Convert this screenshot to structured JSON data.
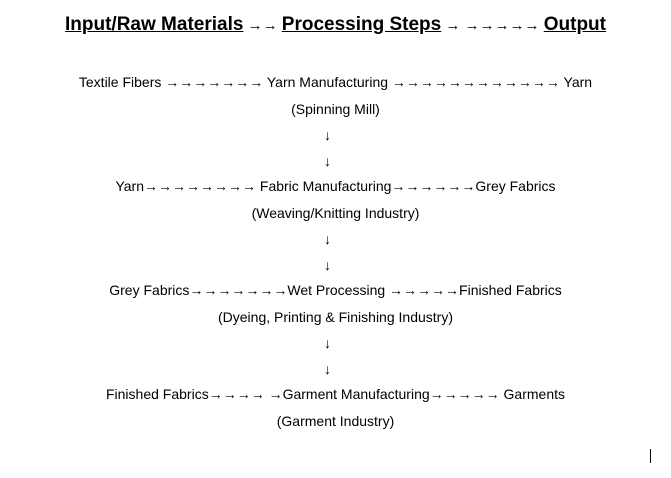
{
  "header": {
    "input": "Input/Raw Materials",
    "arrow1": " →→ ",
    "processing": "Processing Steps",
    "arrow2": " → →→→→→ ",
    "output": "Output"
  },
  "steps": [
    {
      "flow": "Textile Fibers →→→→→→→ Yarn Manufacturing  →→→→→→→→→→→→ Yarn",
      "industry": "(Spinning Mill)"
    },
    {
      "flow": "Yarn→→→→→→→→ Fabric Manufacturing→→→→→→Grey Fabrics",
      "industry": "(Weaving/Knitting Industry)"
    },
    {
      "flow": "Grey Fabrics→→→→→→→Wet Processing →→→→→Finished Fabrics",
      "industry": "(Dyeing, Printing & Finishing Industry)"
    },
    {
      "flow": "Finished Fabrics→→→→ →Garment Manufacturing→→→→→ Garments",
      "industry": "(Garment Industry)"
    }
  ],
  "down_arrow": "↓"
}
